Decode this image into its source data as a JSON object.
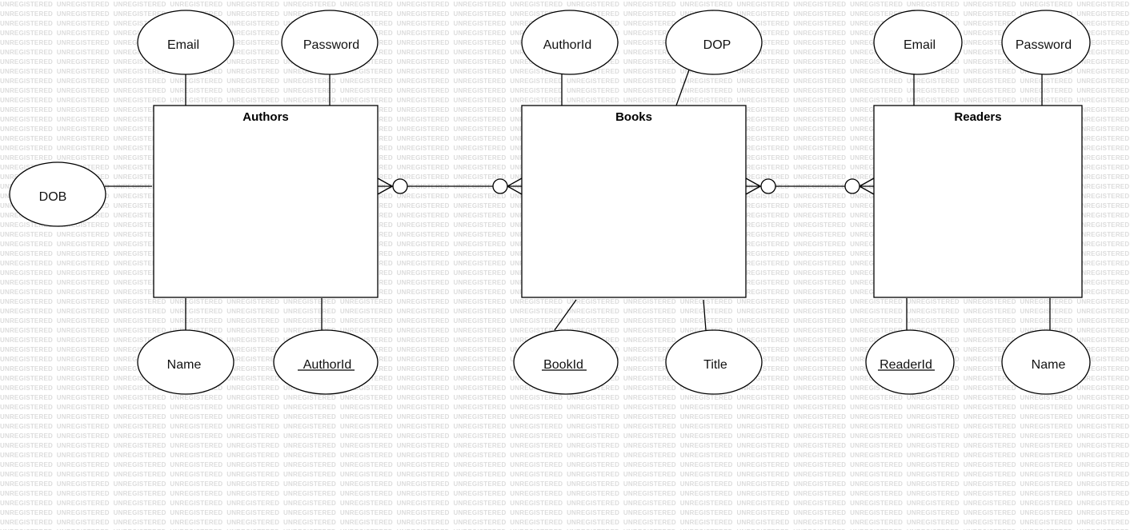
{
  "watermark_text": "UNREGISTERED",
  "entities": {
    "authors": "Authors",
    "books": "Books",
    "readers": "Readers"
  },
  "attributes": {
    "authors_email": "Email",
    "authors_password": "Password",
    "authors_dob": "DOB",
    "authors_name": "Name",
    "authors_authorid": "AuthorId",
    "books_authorid": "AuthorId",
    "books_dop": "DOP",
    "books_bookid": "BookId",
    "books_title": "Title",
    "readers_email": "Email",
    "readers_password": "Password",
    "readers_readerid": "ReaderId",
    "readers_name": "Name"
  },
  "colors": {
    "line": "#000000",
    "watermark": "#dcdcdc",
    "background": "#ffffff"
  }
}
